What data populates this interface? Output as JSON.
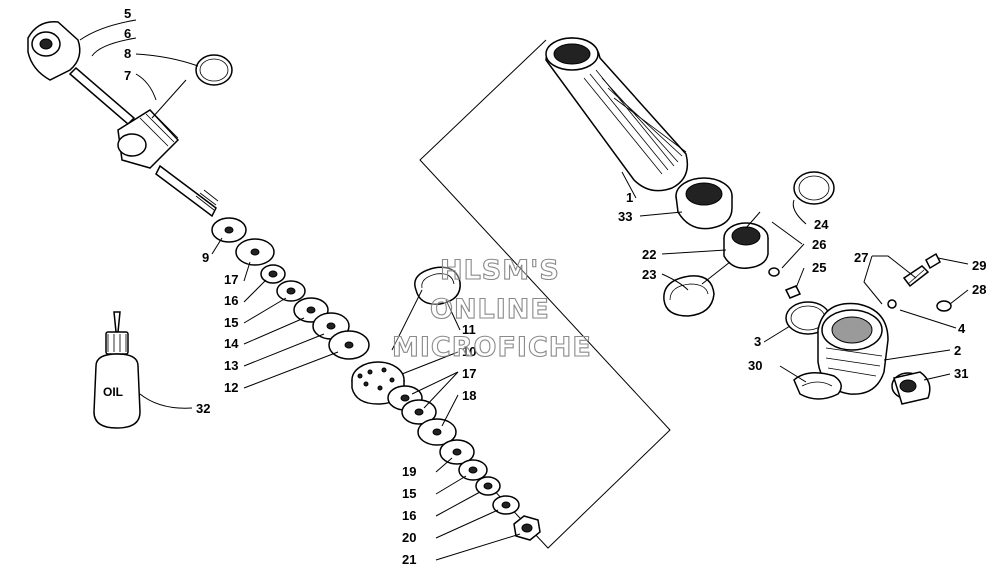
{
  "diagram": {
    "bottle_text": "OIL",
    "watermark": [
      "HLSM'S",
      "ONLINE",
      "MICROFICHE"
    ],
    "labels": [
      {
        "id": "5",
        "text": "5"
      },
      {
        "id": "6",
        "text": "6"
      },
      {
        "id": "8",
        "text": "8"
      },
      {
        "id": "7",
        "text": "7"
      },
      {
        "id": "9",
        "text": "9"
      },
      {
        "id": "17a",
        "text": "17"
      },
      {
        "id": "16a",
        "text": "16"
      },
      {
        "id": "15a",
        "text": "15"
      },
      {
        "id": "14",
        "text": "14"
      },
      {
        "id": "13",
        "text": "13"
      },
      {
        "id": "12",
        "text": "12"
      },
      {
        "id": "32",
        "text": "32"
      },
      {
        "id": "11",
        "text": "11"
      },
      {
        "id": "10",
        "text": "10"
      },
      {
        "id": "17b",
        "text": "17"
      },
      {
        "id": "18",
        "text": "18"
      },
      {
        "id": "19",
        "text": "19"
      },
      {
        "id": "15b",
        "text": "15"
      },
      {
        "id": "16b",
        "text": "16"
      },
      {
        "id": "20",
        "text": "20"
      },
      {
        "id": "21",
        "text": "21"
      },
      {
        "id": "1",
        "text": "1"
      },
      {
        "id": "33",
        "text": "33"
      },
      {
        "id": "24",
        "text": "24"
      },
      {
        "id": "22",
        "text": "22"
      },
      {
        "id": "26",
        "text": "26"
      },
      {
        "id": "23",
        "text": "23"
      },
      {
        "id": "25",
        "text": "25"
      },
      {
        "id": "27",
        "text": "27"
      },
      {
        "id": "29",
        "text": "29"
      },
      {
        "id": "28",
        "text": "28"
      },
      {
        "id": "3",
        "text": "3"
      },
      {
        "id": "4",
        "text": "4"
      },
      {
        "id": "2",
        "text": "2"
      },
      {
        "id": "30",
        "text": "30"
      },
      {
        "id": "31",
        "text": "31"
      }
    ]
  }
}
